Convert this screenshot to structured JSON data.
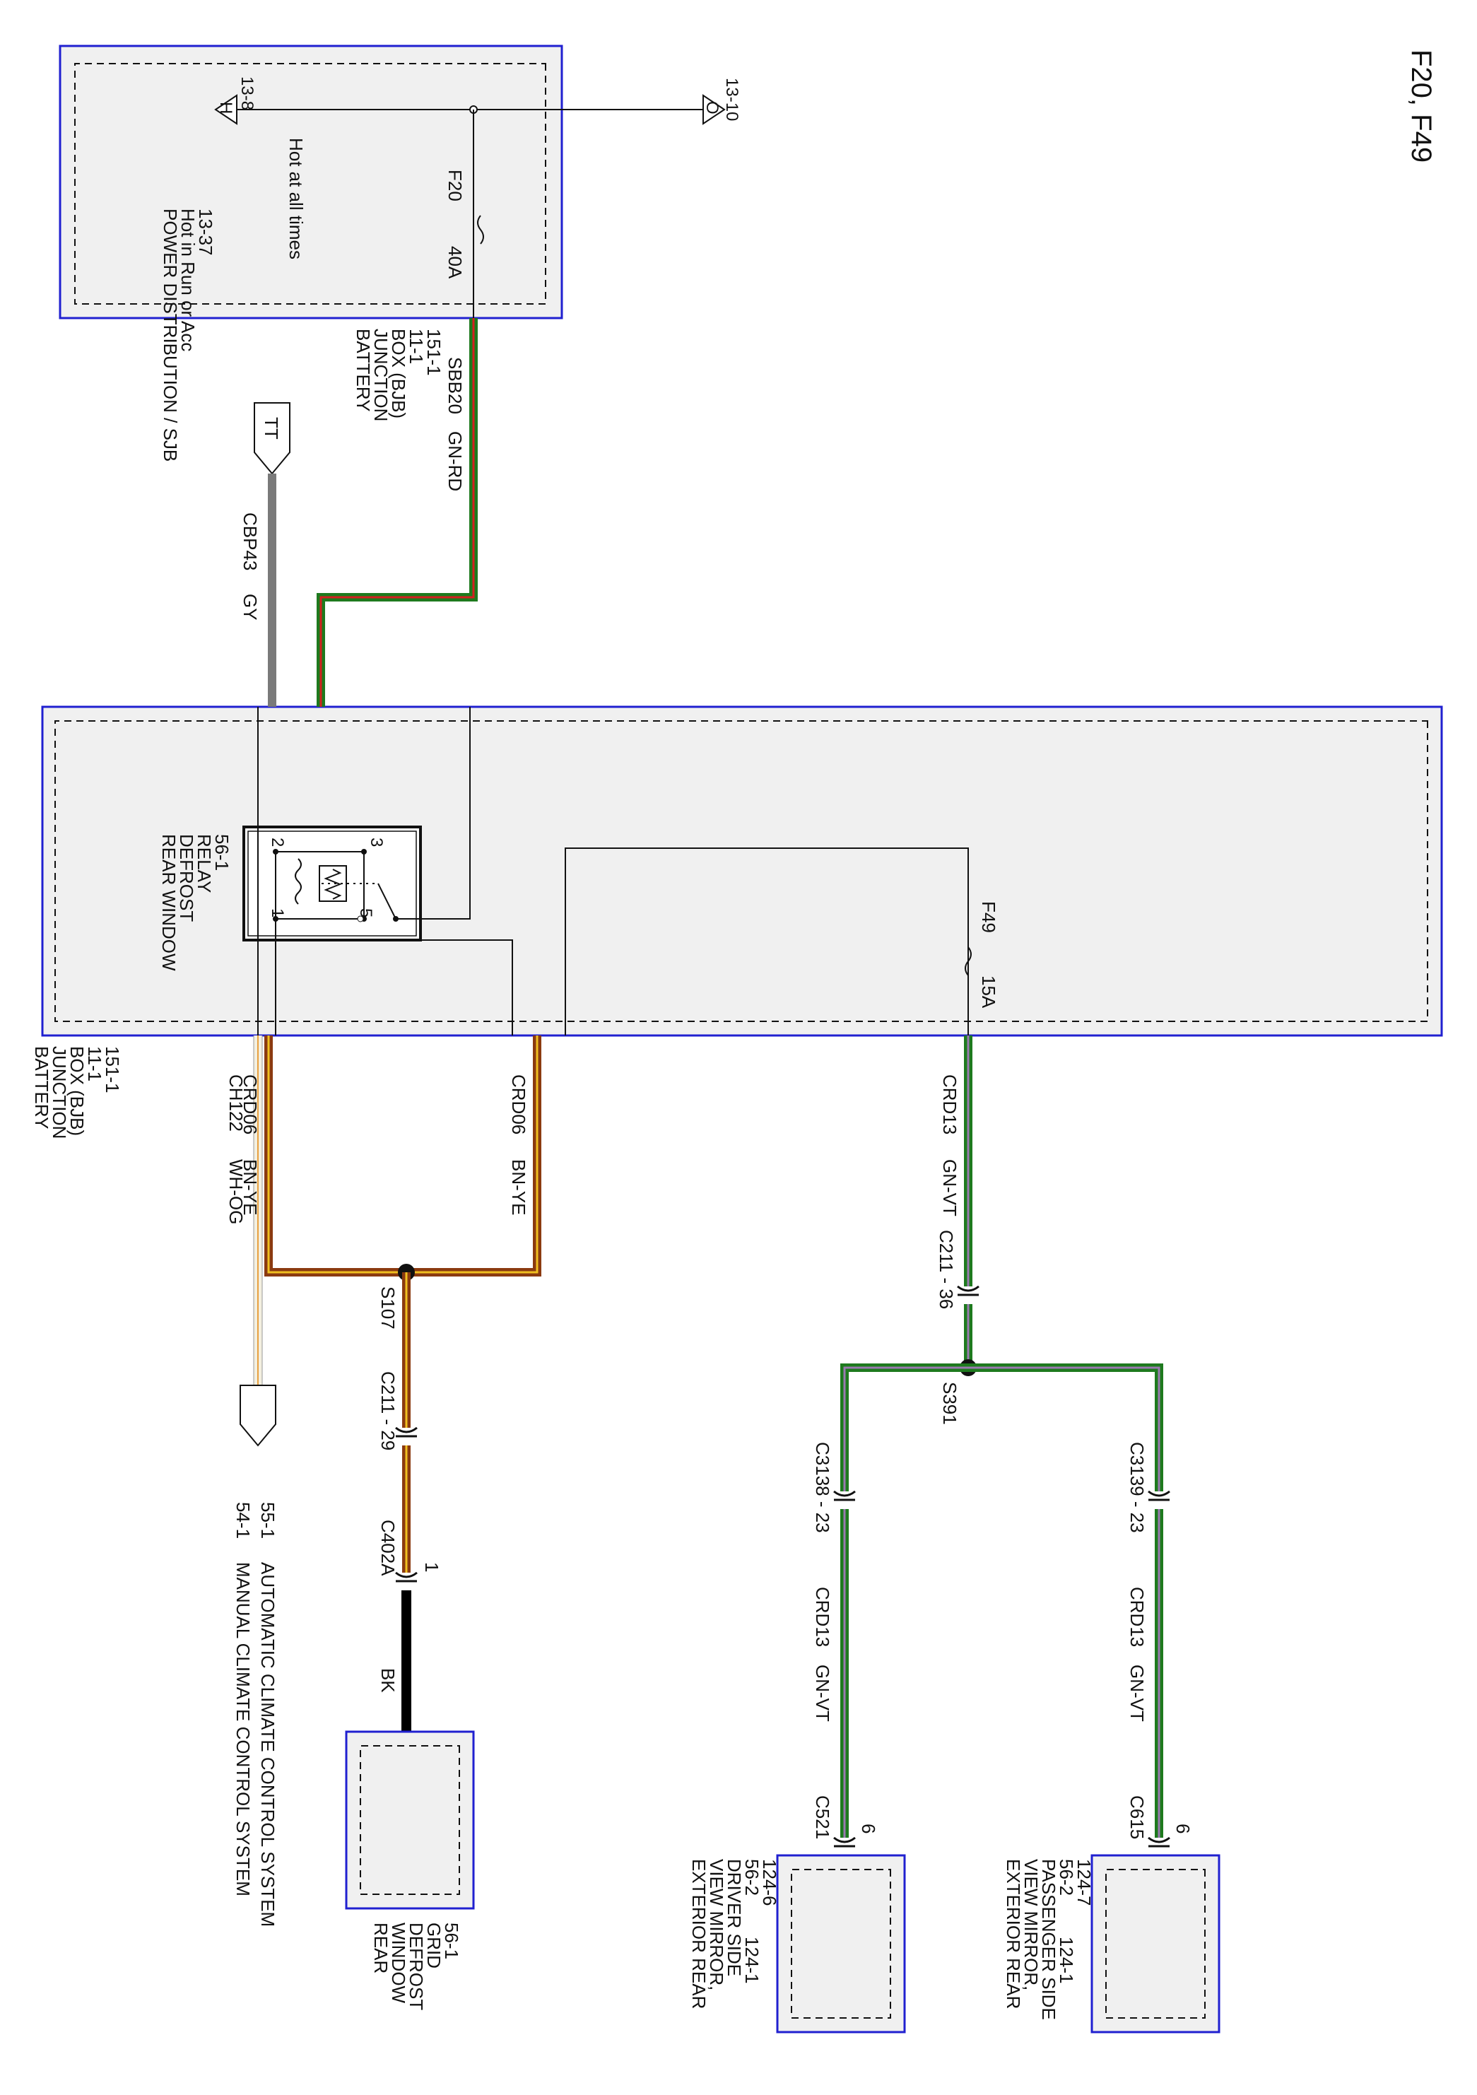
{
  "page_title": "F20, F49",
  "bjb_top": {
    "label": [
      "BATTERY",
      "JUNCTION",
      "BOX (BJB)",
      "11-1",
      "151-1"
    ],
    "hot_text": "Hot at all times",
    "conn_in": "13-8",
    "conn_in_letter": "H",
    "conn_out": "13-10",
    "conn_out_letter": "O",
    "fuse_name": "F20",
    "fuse_rating": "40A"
  },
  "power_dist": {
    "label": [
      "POWER DISTRIBUTION / SJB",
      "Hot in Run or Acc",
      "13-37"
    ],
    "conn_letters": "TT"
  },
  "wires": {
    "sbb20": {
      "circuit": "SBB20",
      "color_code": "GN-RD",
      "base": "#1e7a1e",
      "stripe": "#d42020"
    },
    "cbp43": {
      "circuit": "CBP43",
      "color_code": "GY",
      "base": "#7a7a7a",
      "stripe": "#7a7a7a"
    },
    "ch122": {
      "circuit": "CH122",
      "color_code": "WH-OG",
      "base": "#f4f0e0",
      "stripe": "#e8a040"
    },
    "crd06_a": {
      "circuit": "CRD06",
      "color_code": "BN-YE",
      "base": "#8b3a10",
      "stripe": "#f0c020"
    },
    "crd06_b": {
      "circuit": "CRD06",
      "color_code": "BN-YE",
      "base": "#8b3a10",
      "stripe": "#f0c020"
    },
    "crd13_main": {
      "circuit": "CRD13",
      "color_code": "GN-VT",
      "base": "#1e7a1e",
      "stripe": "#9a7ab0"
    },
    "crd13_driver": {
      "circuit": "CRD13",
      "color_code": "GN-VT"
    },
    "crd13_pass": {
      "circuit": "CRD13",
      "color_code": "GN-VT"
    },
    "bk": {
      "color_code": "BK",
      "base": "#000000"
    }
  },
  "bjb_main": {
    "label": [
      "BATTERY",
      "JUNCTION",
      "BOX (BJB)",
      "11-1",
      "151-1"
    ],
    "relay_label": [
      "REAR WINDOW",
      "DEFROST",
      "RELAY",
      "56-1"
    ],
    "relay_pins": [
      "1",
      "2",
      "3",
      "5"
    ],
    "fuse_name": "F49",
    "fuse_rating": "15A"
  },
  "connectors": {
    "c211_29": "C211 - 29",
    "c211_36": "C211 - 36",
    "c402a": "C402A",
    "c402a_pin": "1",
    "c3138": "C3138 - 23",
    "c3139": "C3139 - 23",
    "c521": "C521",
    "c521_pin": "6",
    "c615": "C615",
    "c615_pin": "6",
    "splice_s107": "S107",
    "splice_s391": "S391"
  },
  "climate": {
    "ref_a": "54-1",
    "ref_b": "55-1",
    "text_a": "MANUAL CLIMATE CONTROL SYSTEM",
    "text_b": "AUTOMATIC CLIMATE CONTROL SYSTEM"
  },
  "grid": {
    "label": [
      "REAR",
      "WINDOW",
      "DEFROST",
      "GRID",
      "56-1"
    ]
  },
  "mirror_driver": {
    "label": [
      "EXTERIOR REAR",
      "VIEW MIRROR,",
      "DRIVER SIDE",
      "56-2",
      "124-6"
    ],
    "ref2": "124-1"
  },
  "mirror_pass": {
    "label": [
      "EXTERIOR REAR",
      "VIEW MIRROR,",
      "PASSENGER SIDE",
      "56-2",
      "124-7"
    ],
    "ref2": "124-1"
  },
  "colors": {
    "box_border": "#2020d0",
    "box_fill": "#f0f0f0",
    "line": "#111111"
  }
}
